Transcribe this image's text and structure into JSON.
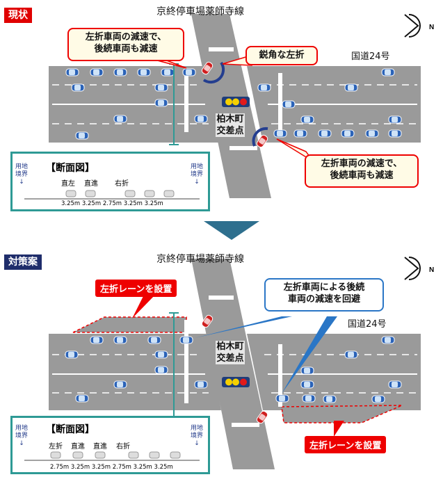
{
  "current": {
    "tag": "現状",
    "title": "京終停車場薬師寺線",
    "route": "国道24号",
    "callout_top_left": [
      "左折車両の減速で、",
      "後続車両も減速"
    ],
    "callout_sharp": "鋭角な左折",
    "callout_bottom_right": [
      "左折車両の減速で、",
      "後続車両も減速"
    ],
    "intersection": [
      "柏木町",
      "交差点"
    ],
    "section": {
      "heading": "【断面図】",
      "boundary_left": [
        "用地",
        "境界"
      ],
      "boundary_right": [
        "用地",
        "境界"
      ],
      "lanes": [
        "直左",
        "直進",
        "右折"
      ],
      "widths": "3.25m  3.25m        2.75m  3.25m  3.25m"
    }
  },
  "proposal": {
    "tag": "対策案",
    "title": "京終停車場薬師寺線",
    "route": "国道24号",
    "redbox_top": "左折レーンを設置",
    "callout_blue": [
      "左折車両による後続",
      "車両の減速を回避"
    ],
    "intersection": [
      "柏木町",
      "交差点"
    ],
    "redbox_bottom": "左折レーンを設置",
    "section": {
      "heading": "【断面図】",
      "boundary_left": [
        "用地",
        "境界"
      ],
      "boundary_right": [
        "用地",
        "境界"
      ],
      "lanes": [
        "左折",
        "直進",
        "直進",
        "右折"
      ],
      "widths": "2.75m 3.25m 3.25m  2.75m 3.25m 3.25m"
    }
  },
  "colors": {
    "tag_red": "#e00000",
    "tag_navy": "#1f2d6b",
    "road": "#9a9a9a",
    "arrow": "#2e6f8e",
    "section_border": "#2e9a95",
    "callout_border": "#e00000",
    "callout_fill": "#fffbe6",
    "blue_callout_border": "#2a76c6"
  },
  "icons": [
    "north-arrow-icon",
    "traffic-signal-icon",
    "car-icon",
    "turn-arc-icon"
  ]
}
